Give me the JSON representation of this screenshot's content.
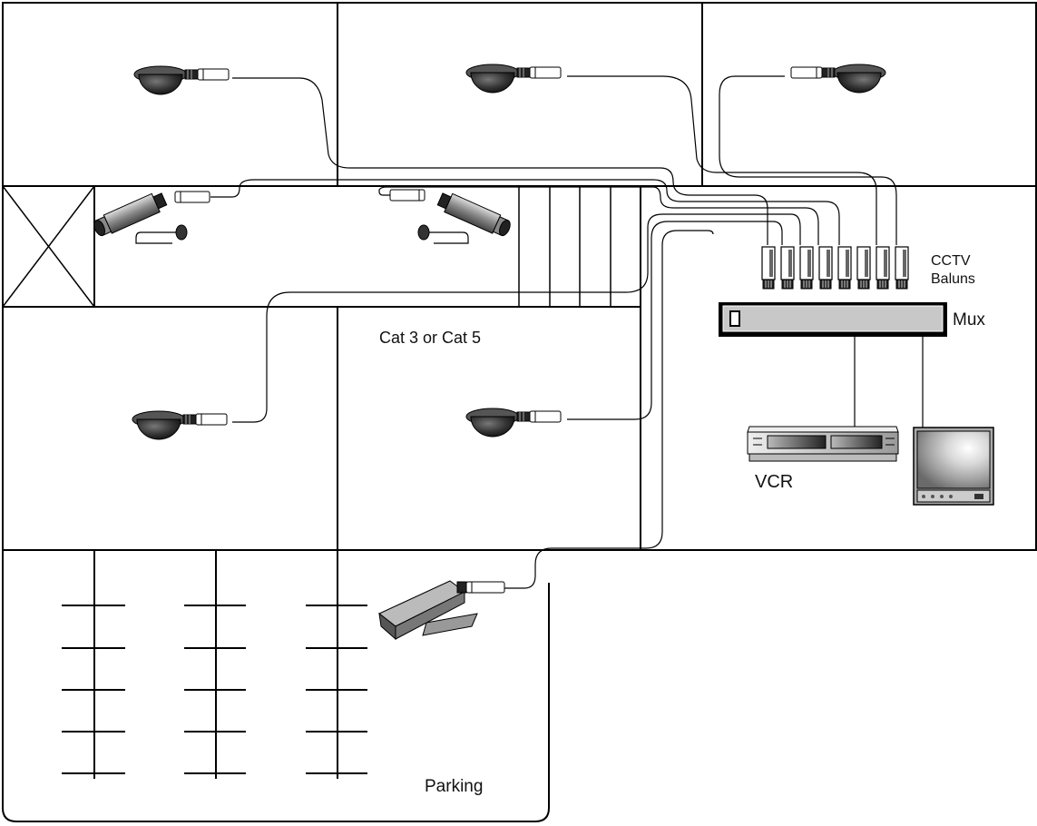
{
  "labels": {
    "baluns_line1": "CCTV",
    "baluns_line2": "Baluns",
    "mux": "Mux",
    "cable_type": "Cat 3 or Cat 5",
    "vcr": "VCR",
    "parking": "Parking"
  },
  "devices": {
    "dome_cameras": 5,
    "box_cameras": 2,
    "outdoor_cameras": 1,
    "baluns": 8
  },
  "icons": {
    "dome_camera": "dome-camera-icon",
    "box_camera": "box-camera-icon",
    "outdoor_camera": "outdoor-camera-icon",
    "balun": "balun-icon",
    "multiplexer": "multiplexer-icon",
    "vcr": "vcr-icon",
    "monitor": "monitor-icon",
    "elevator": "elevator-icon",
    "stairs": "stairs-icon"
  }
}
